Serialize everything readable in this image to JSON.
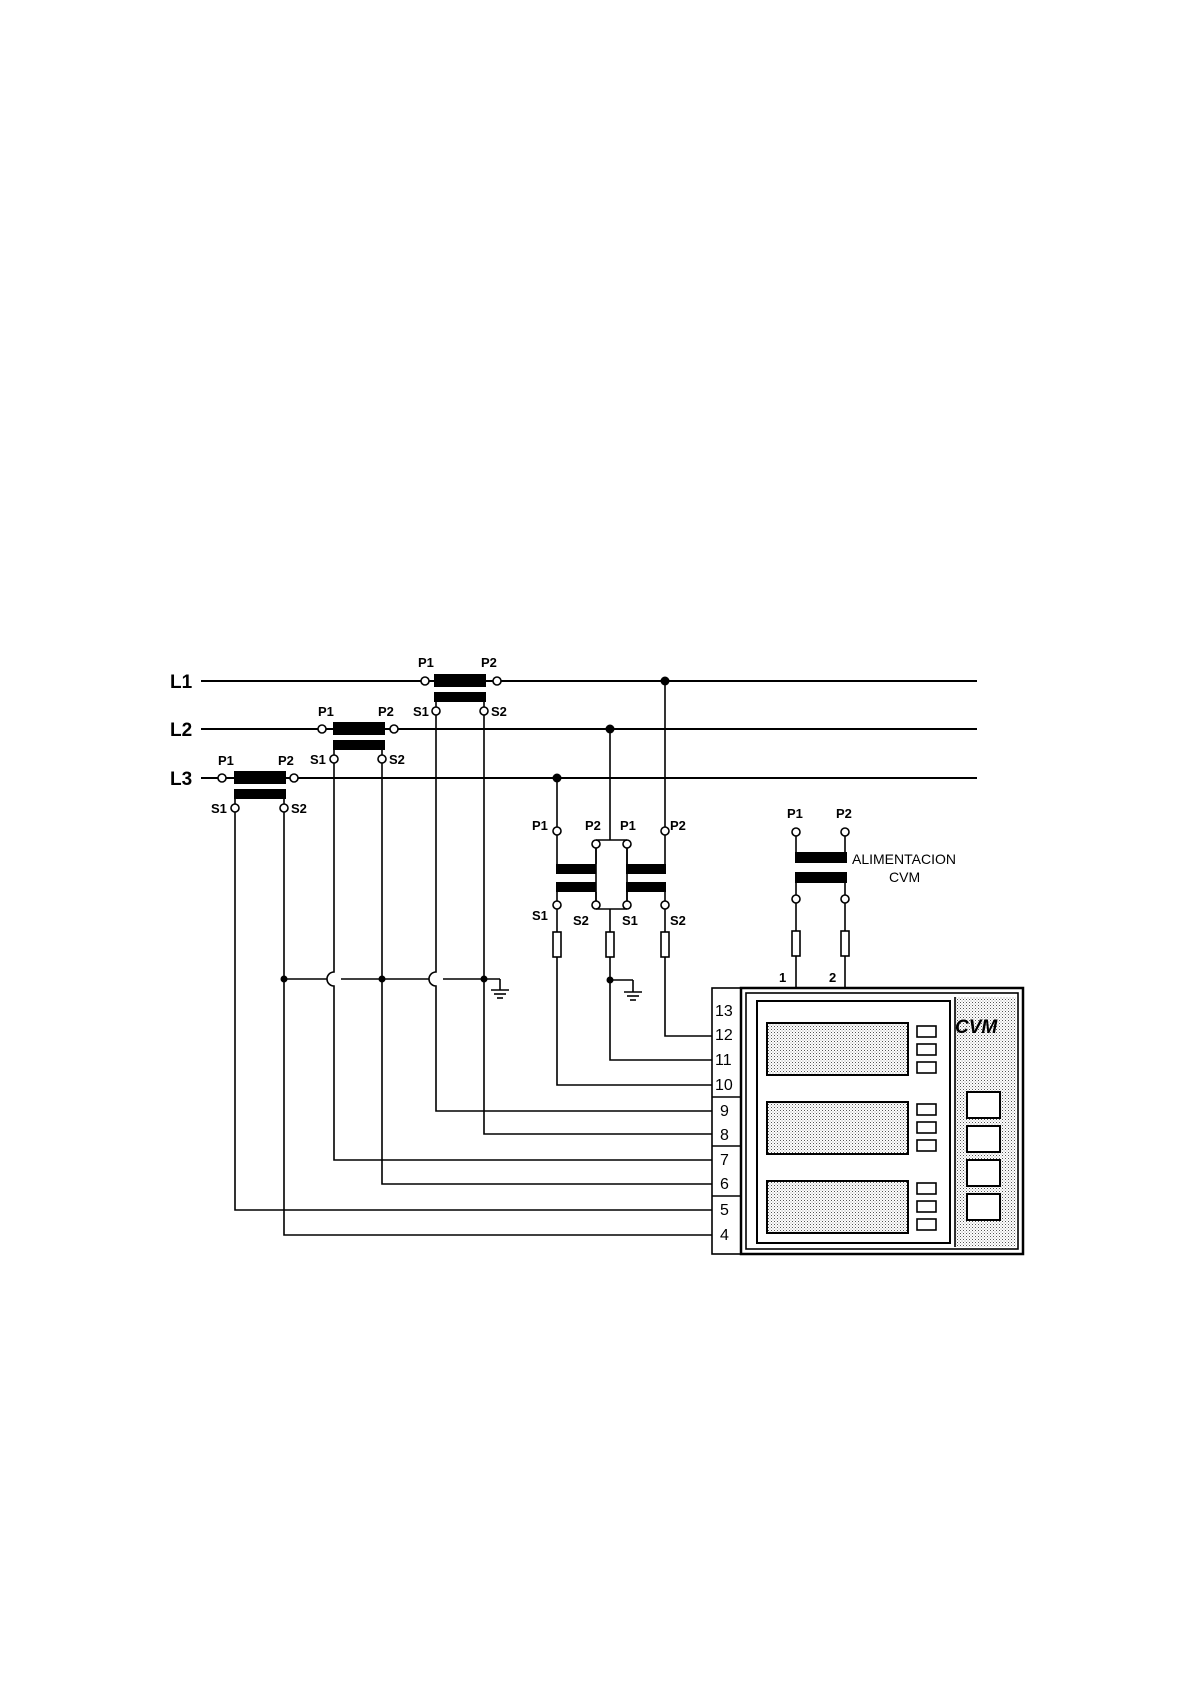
{
  "lines": [
    "L1",
    "L2",
    "L3"
  ],
  "terminal_labels": {
    "p1": "P1",
    "p2": "P2",
    "s1": "S1",
    "s2": "S2"
  },
  "terminal_block": [
    "13",
    "12",
    "11",
    "10",
    "9",
    "8",
    "7",
    "6",
    "5",
    "4"
  ],
  "supply": {
    "label_line1": "ALIMENTACION",
    "label_line2": "CVM",
    "terminal_1": "1",
    "terminal_2": "2"
  },
  "device": {
    "brand": "CVM"
  }
}
